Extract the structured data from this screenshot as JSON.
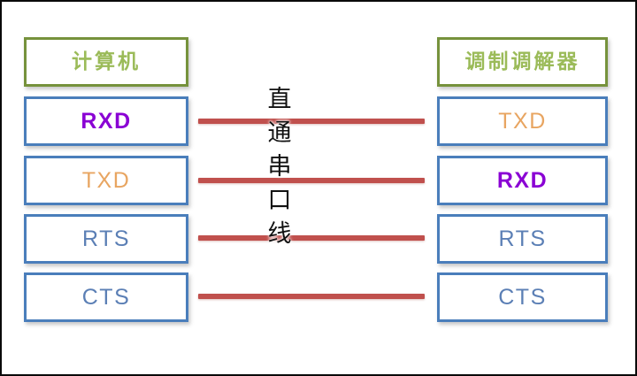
{
  "diagram": {
    "title_left": "计算机",
    "title_right": "调制调解器",
    "center_caption": "直通串口线",
    "center_caption_chars": [
      "直",
      "通",
      "串",
      "口",
      "线"
    ],
    "colors": {
      "header_border": "#76923C",
      "header_text": "#9BBB59",
      "signal_border": "#4A7EBB",
      "wire": "#C0504D",
      "rxd_text": "#8A00D4",
      "txd_text": "#E8A561",
      "ctrl_text": "#5B7FB5",
      "frame": "#0A0A0A",
      "background": "#FFFFFF"
    },
    "left_column": {
      "header": "计算机",
      "signals": [
        {
          "label": "RXD",
          "color_key": "c-purple"
        },
        {
          "label": "TXD",
          "color_key": "c-orange"
        },
        {
          "label": "RTS",
          "color_key": "c-blue"
        },
        {
          "label": "CTS",
          "color_key": "c-blue"
        }
      ]
    },
    "right_column": {
      "header": "调制调解器",
      "signals": [
        {
          "label": "TXD",
          "color_key": "c-orange"
        },
        {
          "label": "RXD",
          "color_key": "c-purple"
        },
        {
          "label": "RTS",
          "color_key": "c-blue"
        },
        {
          "label": "CTS",
          "color_key": "c-blue"
        }
      ]
    },
    "connections": [
      {
        "from": "RXD",
        "to": "TXD"
      },
      {
        "from": "TXD",
        "to": "RXD"
      },
      {
        "from": "RTS",
        "to": "RTS"
      },
      {
        "from": "CTS",
        "to": "CTS"
      }
    ]
  }
}
